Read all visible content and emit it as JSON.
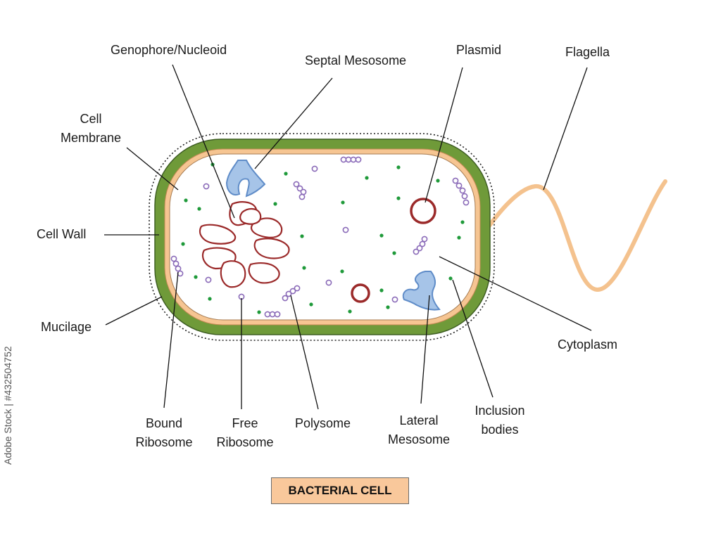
{
  "title": "BACTERIAL CELL",
  "watermark": "Adobe Stock | #432504752",
  "colors": {
    "cell_wall": "#6f9a39",
    "cell_wall_stroke": "#3f5e24",
    "membrane": "#f6c592",
    "flagellum": "#f4c28e",
    "nucleoid": "#9b2a2a",
    "plasmid": "#9b2a2a",
    "mesosome_fill": "#a6c4e8",
    "mesosome_stroke": "#5f8cc8",
    "ribosome": "#8a6ab8",
    "inclusion_body": "#1f9a3a",
    "title_bg": "#f9c89b"
  },
  "labels": {
    "genophore": "Genophore/Nucleoid",
    "septal_mesosome": "Septal Mesosome",
    "plasmid": "Plasmid",
    "flagella": "Flagella",
    "cell_membrane_1": "Cell",
    "cell_membrane_2": "Membrane",
    "cell_wall": "Cell Wall",
    "mucilage": "Mucilage",
    "cytoplasm": "Cytoplasm",
    "bound_ribosome_1": "Bound",
    "bound_ribosome_2": "Ribosome",
    "free_ribosome_1": "Free",
    "free_ribosome_2": "Ribosome",
    "polysome": "Polysome",
    "lateral_mesosome_1": "Lateral",
    "lateral_mesosome_2": "Mesosome",
    "inclusion_bodies_1": "Inclusion",
    "inclusion_bodies_2": "bodies"
  }
}
